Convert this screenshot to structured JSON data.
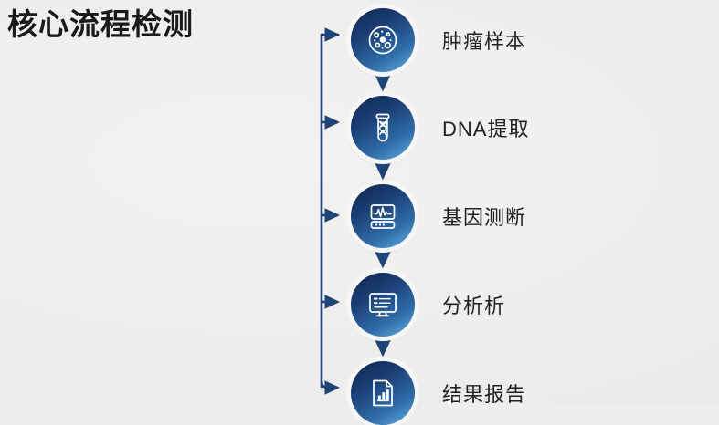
{
  "slide": {
    "title": "核心流程检测",
    "background_color": "#efeeec",
    "accent_color": "#1f4e8c",
    "node_gradient_from": "#10254f",
    "node_gradient_to": "#63b4e6",
    "text_color": "#222222"
  },
  "flow": {
    "steps": [
      {
        "label": "肿瘤样本",
        "icon": "petri-dish-icon"
      },
      {
        "label": "DNA提取",
        "icon": "test-tube-dna-icon"
      },
      {
        "label": "基因测断",
        "icon": "sequencer-monitor-icon"
      },
      {
        "label": "分析析",
        "icon": "desktop-analysis-icon"
      },
      {
        "label": "结果报告",
        "icon": "report-document-chart-icon"
      }
    ],
    "connector_arrows_down": 4,
    "side_branch_arrows": 5
  }
}
